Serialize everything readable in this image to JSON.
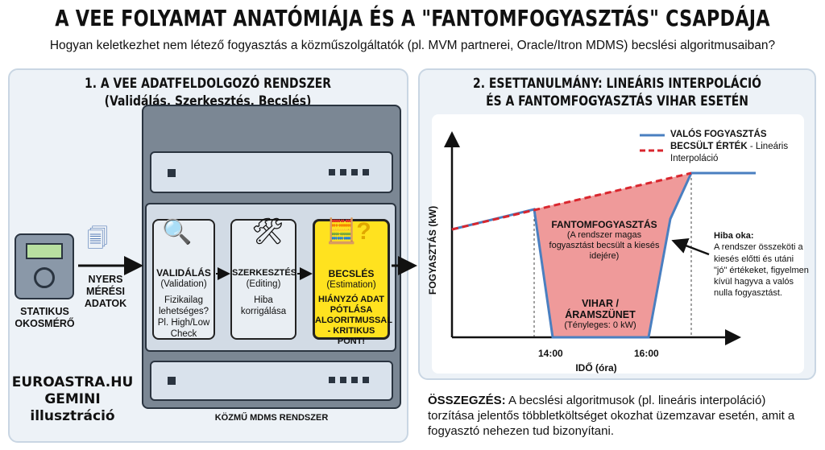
{
  "header": {
    "title": "A VEE FOLYAMAT ANATÓMIÁJA ÉS A \"FANTOMFOGYASZTÁS\" CSAPDÁJA",
    "subtitle": "Hogyan keletkezhet nem létező fogyasztás a közműszolgáltatók (pl. MVM partnerei, Oracle/Itron MDMS) becslési algoritmusaiban?"
  },
  "left": {
    "title": "1. A VEE ADATFELDOLGOZÓ RENDSZER",
    "subtitle": "(Validálás, Szerkesztés, Becslés)",
    "meter_label": "STATIKUS OKOSMÉRŐ",
    "raw_label": "NYERS MÉRÉSI ADATOK",
    "server_label": "KÖZMŰ MDMS RENDSZER",
    "steps": [
      {
        "title": "VALIDÁLÁS",
        "en": "(Validation)",
        "desc": "Fizikailag lehetséges? Pl. High/Low Check"
      },
      {
        "title": "SZERKESZTÉS",
        "en": "(Editing)",
        "desc": "Hiba korrigálása"
      },
      {
        "title": "BECSLÉS",
        "en": "(Estimation)",
        "desc": "HIÁNYZÓ ADAT PÓTLÁSA ALGORITMUSSAL - KRITIKUS PONT!"
      }
    ],
    "watermark": [
      "EUROASTRA.HU",
      "GEMINI",
      "illusztráció"
    ]
  },
  "right": {
    "title1": "2. ESETTANULMÁNY: LINEÁRIS INTERPOLÁCIÓ",
    "title2": "ÉS A FANTOMFOGYASZTÁS VIHAR ESETÉN",
    "legend_real": "VALÓS FOGYASZTÁS",
    "legend_est_bold": "BECSÜLT ÉRTÉK",
    "legend_est": " - Lineáris Interpoláció",
    "ylabel": "FOGYASZTÁS (kW)",
    "xlabel": "IDŐ (óra)",
    "ticks": [
      "14:00",
      "16:00"
    ],
    "phantom_title": "FANTOMFOGYASZTÁS",
    "phantom_desc": "(A rendszer magas fogyasztást becsült a kiesés idejére)",
    "storm_title": "VIHAR / ÁRAMSZÜNET",
    "storm_desc": "(Tényleges: 0 kW)",
    "error_title": "Hiba oka:",
    "error_desc": "A rendszer összeköti a kiesés előtti és utáni \"jó\" értékeket, figyelmen kívül hagyva a valós nulla fogyasztást."
  },
  "summary": {
    "bold": "ÖSSZEGZÉS:",
    "text": " A becslési algoritmusok (pl. lineáris interpoláció) torzítása jelentős többletköltséget okozhat üzemzavar esetén, amit a fogyasztó nehezen tud bizonyítani."
  },
  "colors": {
    "real": "#4a7fc0",
    "estimate": "#d9262e",
    "phantom_fill": "#ef9a9a",
    "highlight": "#ffe21f"
  }
}
